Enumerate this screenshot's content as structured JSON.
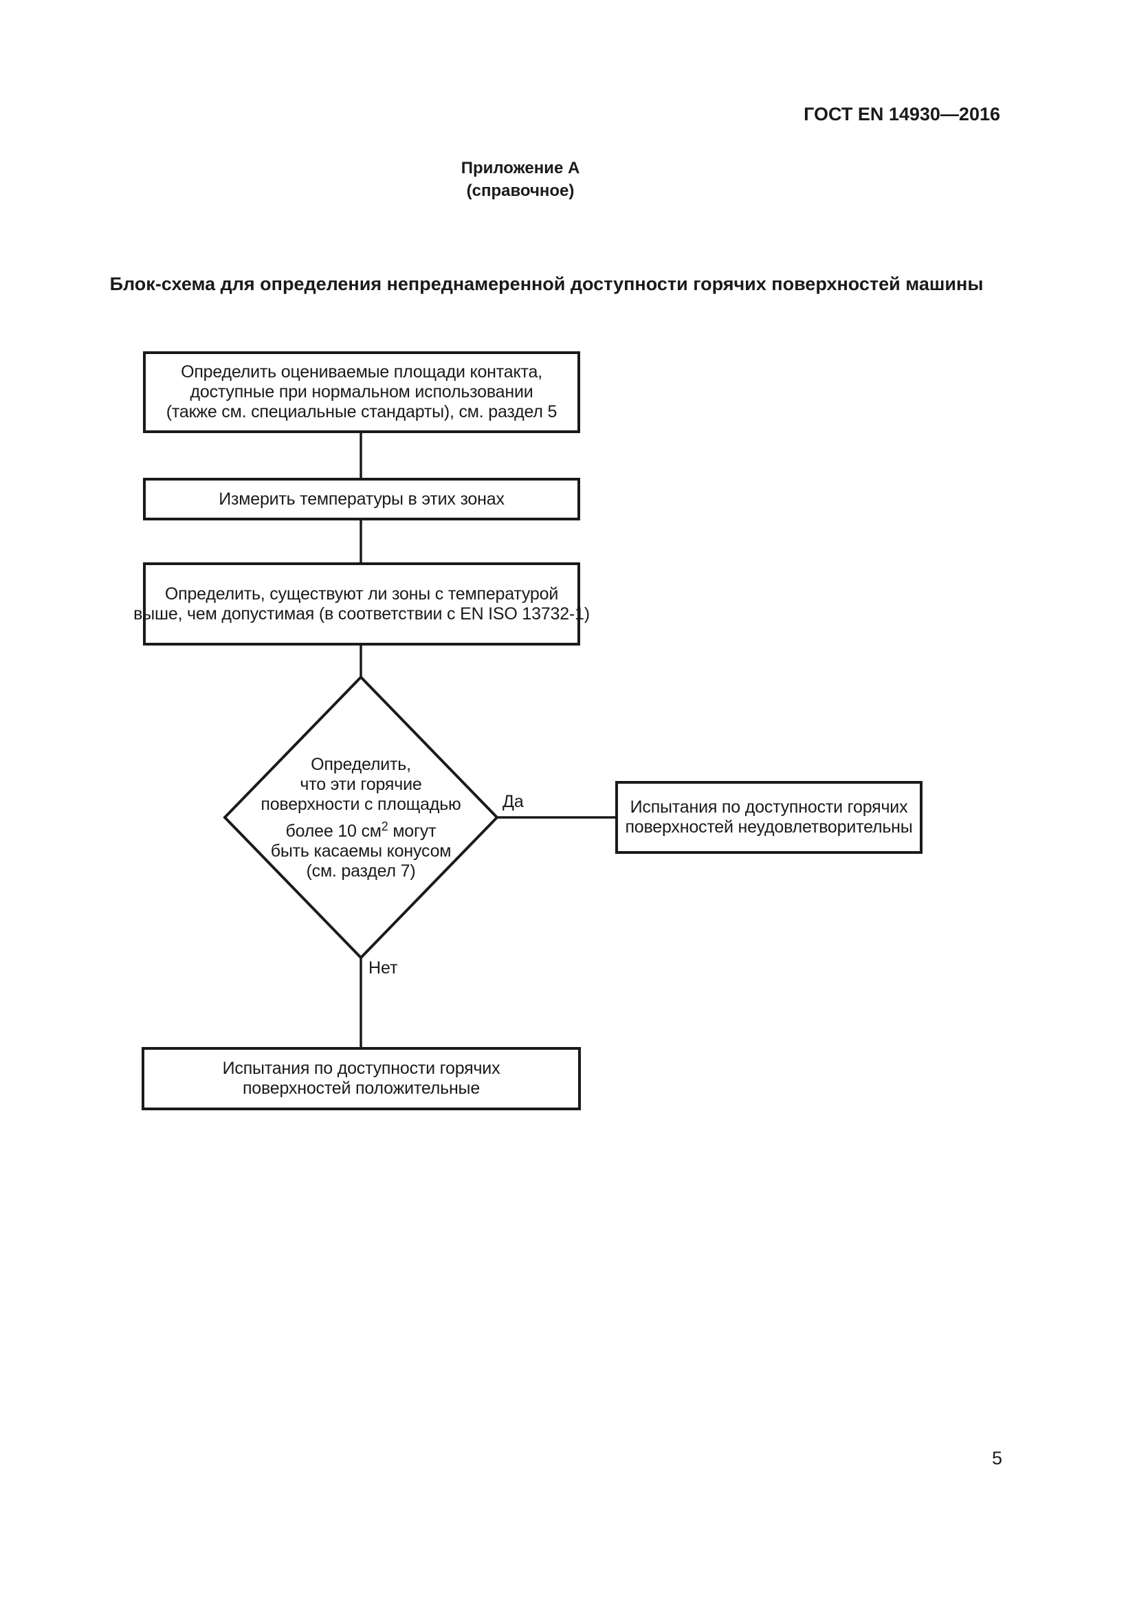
{
  "page": {
    "header": "ГОСТ EN 14930—2016",
    "page_number": "5"
  },
  "appendix": {
    "title": "Приложение А",
    "subtitle": "(справочное)"
  },
  "main_title": "Блок-схема для определения непреднамеренной доступности горячих поверхностей машины",
  "flowchart": {
    "box1": {
      "lines": [
        "Определить оцениваемые площади контакта,",
        "доступные при нормальном использовании",
        "(также см. специальные стандарты), см. раздел 5"
      ]
    },
    "box2": {
      "lines": [
        "Измерить температуры в этих зонах"
      ]
    },
    "box3": {
      "lines": [
        "Определить, существуют ли зоны с температурой",
        "выше, чем допустимая (в соответствии с EN ISO 13732-1)"
      ]
    },
    "decision": {
      "lines_top": [
        "Определить,",
        "что эти горячие",
        "поверхности с площадью"
      ],
      "sup_line": {
        "pre": "более 10 см",
        "sup": "2",
        "post": " могут"
      },
      "lines_bottom": [
        "быть касаемы конусом",
        "(см. раздел 7)"
      ]
    },
    "yes_label": "Да",
    "no_label": "Нет",
    "yes_box": {
      "lines": [
        "Испытания по доступности горячих",
        "поверхностей неудовлетворительны"
      ]
    },
    "no_box": {
      "lines": [
        "Испытания по доступности горячих",
        "поверхностей положительные"
      ]
    }
  }
}
